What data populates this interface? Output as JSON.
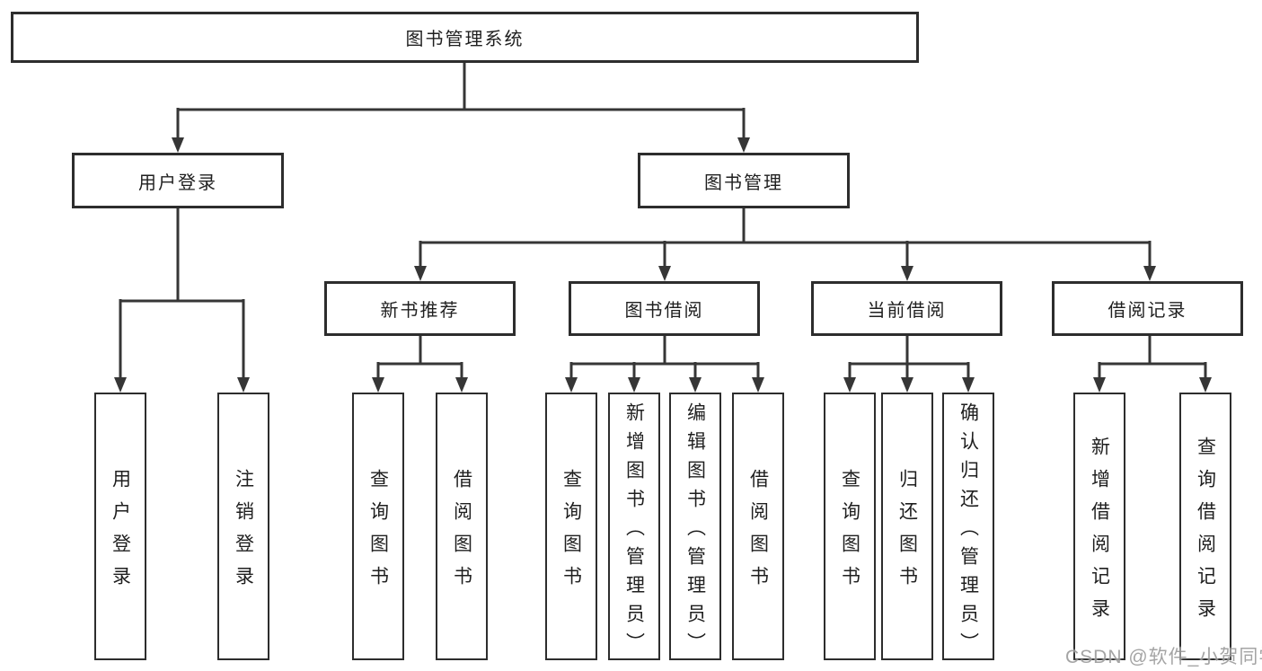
{
  "diagram": {
    "root": {
      "label": "图书管理系统"
    },
    "branches": [
      {
        "label": "用户登录",
        "children": [
          {
            "label": "用户登录"
          },
          {
            "label": "注销登录"
          }
        ]
      },
      {
        "label": "图书管理",
        "groups": [
          {
            "label": "新书推荐",
            "children": [
              {
                "label": "查询图书"
              },
              {
                "label": "借阅图书"
              }
            ]
          },
          {
            "label": "图书借阅",
            "children": [
              {
                "label": "查询图书"
              },
              {
                "label": "新增图书（管理员）"
              },
              {
                "label": "编辑图书（管理员）"
              },
              {
                "label": "借阅图书"
              }
            ]
          },
          {
            "label": "当前借阅",
            "children": [
              {
                "label": "查询图书"
              },
              {
                "label": "归还图书"
              },
              {
                "label": "确认归还（管理员）"
              }
            ]
          },
          {
            "label": "借阅记录",
            "children": [
              {
                "label": "新增借阅记录"
              },
              {
                "label": "查询借阅记录"
              }
            ]
          }
        ]
      }
    ],
    "watermark": "CSDN @软件_小贺同学",
    "colors": {
      "line": "#363636",
      "box_border": "#2d2d2d",
      "text": "#1f1f1f",
      "background": "#ffffff",
      "watermark": "#9b9b9b"
    }
  }
}
